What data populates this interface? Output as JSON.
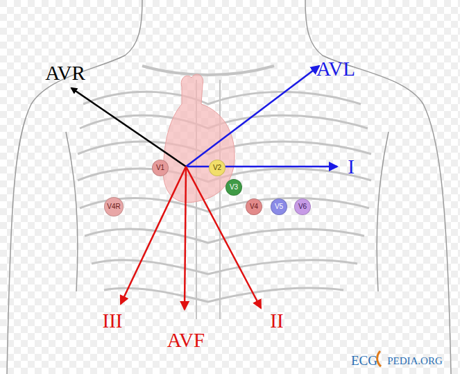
{
  "diagram": {
    "nodes": [
      {
        "text": [
          "V1"
        ]
      },
      {
        "text": [
          "V2"
        ]
      },
      {
        "text": [
          "V3"
        ]
      },
      {
        "text": [
          "V4R"
        ]
      },
      {
        "text": [
          "V4"
        ]
      },
      {
        "text": [
          "V5"
        ]
      },
      {
        "text": [
          "V6"
        ]
      }
    ],
    "labels": [
      "AVR",
      "AVL",
      "I",
      "III",
      "AVF",
      "II",
      "ECG",
      "PEDIA.ORG"
    ]
  }
}
